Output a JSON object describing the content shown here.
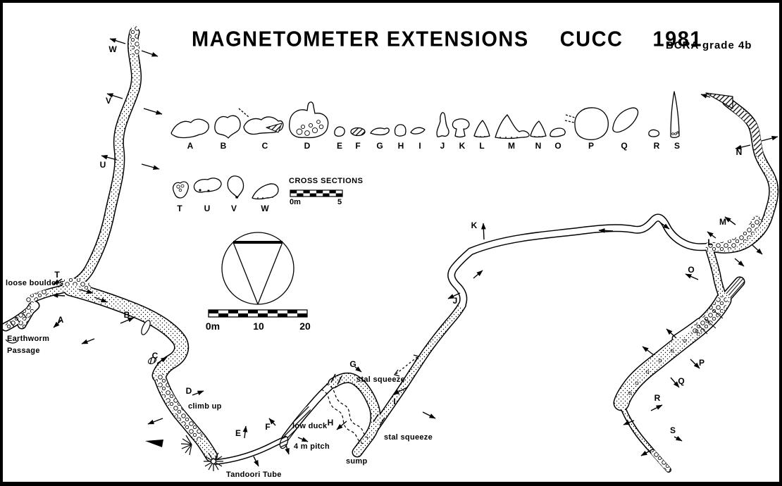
{
  "header": {
    "title": "MAGNETOMETER EXTENSIONS",
    "club": "CUCC",
    "year": "1981",
    "grade": "BCRA grade 4b"
  },
  "cross_sections": {
    "heading": "CROSS SECTIONS",
    "scale_start": "0m",
    "scale_end": "5",
    "row1": [
      "A",
      "B",
      "C",
      "D",
      "E",
      "F",
      "G",
      "H",
      "I",
      "J",
      "K",
      "L",
      "M",
      "N",
      "O",
      "P",
      "Q",
      "R",
      "S"
    ],
    "row2": [
      "T",
      "U",
      "V",
      "W"
    ]
  },
  "plan_scale": {
    "start": "0m",
    "mid": "10",
    "end": "20"
  },
  "letters": {
    "A": "A",
    "B": "B",
    "C": "C",
    "D": "D",
    "E": "E",
    "F": "F",
    "G": "G",
    "H": "H",
    "I": "I",
    "J": "J",
    "K": "K",
    "L": "L",
    "M": "M",
    "N": "N",
    "O": "O",
    "P": "P",
    "Q": "Q",
    "R": "R",
    "S": "S",
    "T": "T",
    "U": "U",
    "V": "V",
    "W": "W"
  },
  "labels": {
    "loose_boulders": "loose boulders",
    "earthworm_line1": "Earthworm",
    "earthworm_line2": "Passage",
    "climb_up": "climb up",
    "low_duck": "low duck",
    "pitch": "4 m pitch",
    "tandoori_tube": "Tandoori Tube",
    "stal_squeeze_upper": "stal squeeze",
    "stal_squeeze_lower": "stal squeeze",
    "sump": "sump"
  },
  "colors": {
    "ink": "#000000",
    "paper": "#ffffff"
  }
}
